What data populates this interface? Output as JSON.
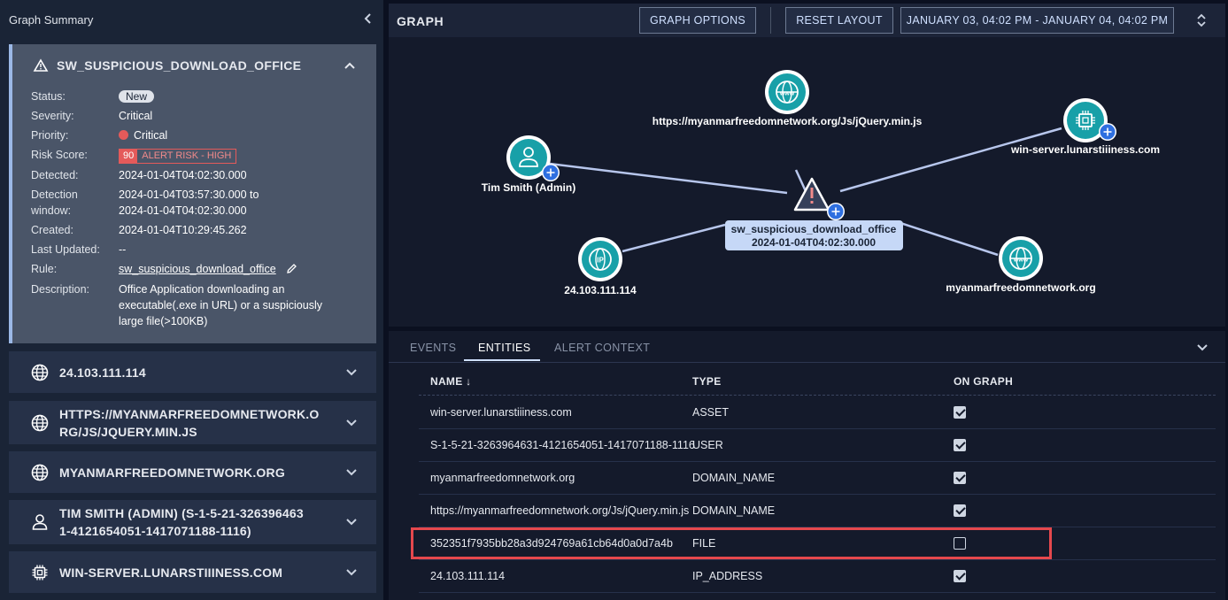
{
  "left": {
    "title": "Graph Summary",
    "alert": {
      "name": "SW_SUSPICIOUS_DOWNLOAD_OFFICE",
      "status_label": "Status:",
      "status": "New",
      "severity_label": "Severity:",
      "severity": "Critical",
      "priority_label": "Priority:",
      "priority": "Critical",
      "risk_label": "Risk Score:",
      "risk_score": "90",
      "risk_text": "ALERT RISK - HIGH",
      "detected_label": "Detected:",
      "detected": "2024-01-04T04:02:30.000",
      "window_label_1": "Detection",
      "window_label_2": "window:",
      "window_1": "2024-01-04T03:57:30.000 to",
      "window_2": "2024-01-04T04:02:30.000",
      "created_label": "Created:",
      "created": "2024-01-04T10:29:45.262",
      "updated_label": "Last Updated:",
      "updated": "--",
      "rule_label": "Rule:",
      "rule": "sw_suspicious_download_office",
      "desc_label": "Description:",
      "desc_1": "Office Application downloading an",
      "desc_2": "executable(.exe in URL) or a suspiciously",
      "desc_3": "large file(>100KB)"
    },
    "entities": [
      {
        "l1": "24.103.111.114",
        "l2": ""
      },
      {
        "l1": "HTTPS://MYANMARFREEDOMNETWORK.O",
        "l2": "RG/JS/JQUERY.MIN.JS"
      },
      {
        "l1": "MYANMARFREEDOMNETWORK.ORG",
        "l2": ""
      },
      {
        "l1": "TIM SMITH (ADMIN) (S-1-5-21-326396463",
        "l2": "1-4121654051-1417071188-1116)"
      },
      {
        "l1": "WIN-SERVER.LUNARSTIIINESS.COM",
        "l2": ""
      }
    ]
  },
  "graph": {
    "title": "GRAPH",
    "options_label": "GRAPH OPTIONS",
    "reset_label": "RESET LAYOUT",
    "range_label": "JANUARY 03, 04:02 PM - JANUARY 04, 04:02 PM",
    "nodes": {
      "url": "https://myanmarfreedomnetwork.org/Js/jQuery.min.js",
      "user": "Tim Smith (Admin)",
      "asset": "win-server.lunarstiiiness.com",
      "alert_1": "sw_suspicious_download_office",
      "alert_2": "2024-01-04T04:02:30.000",
      "ip": "24.103.111.114",
      "ip_tag": "IP",
      "domain": "myanmarfreedomnetwork.org",
      "www": "www"
    }
  },
  "table": {
    "tabs": [
      "EVENTS",
      "ENTITIES",
      "ALERT CONTEXT"
    ],
    "col_name": "NAME ↓",
    "col_type": "TYPE",
    "col_on_graph": "ON GRAPH",
    "rows": [
      {
        "name": "win-server.lunarstiiiness.com",
        "type": "ASSET"
      },
      {
        "name": "S-1-5-21-3263964631-4121654051-1417071188-1116",
        "type": "USER"
      },
      {
        "name": "myanmarfreedomnetwork.org",
        "type": "DOMAIN_NAME"
      },
      {
        "name": "https://myanmarfreedomnetwork.org/Js/jQuery.min.js",
        "type": "DOMAIN_NAME"
      },
      {
        "name": "352351f7935bb28a3d924769a61cb64d0a0d7a4b",
        "type": "FILE"
      },
      {
        "name": "24.103.111.114",
        "type": "IP_ADDRESS"
      }
    ]
  }
}
